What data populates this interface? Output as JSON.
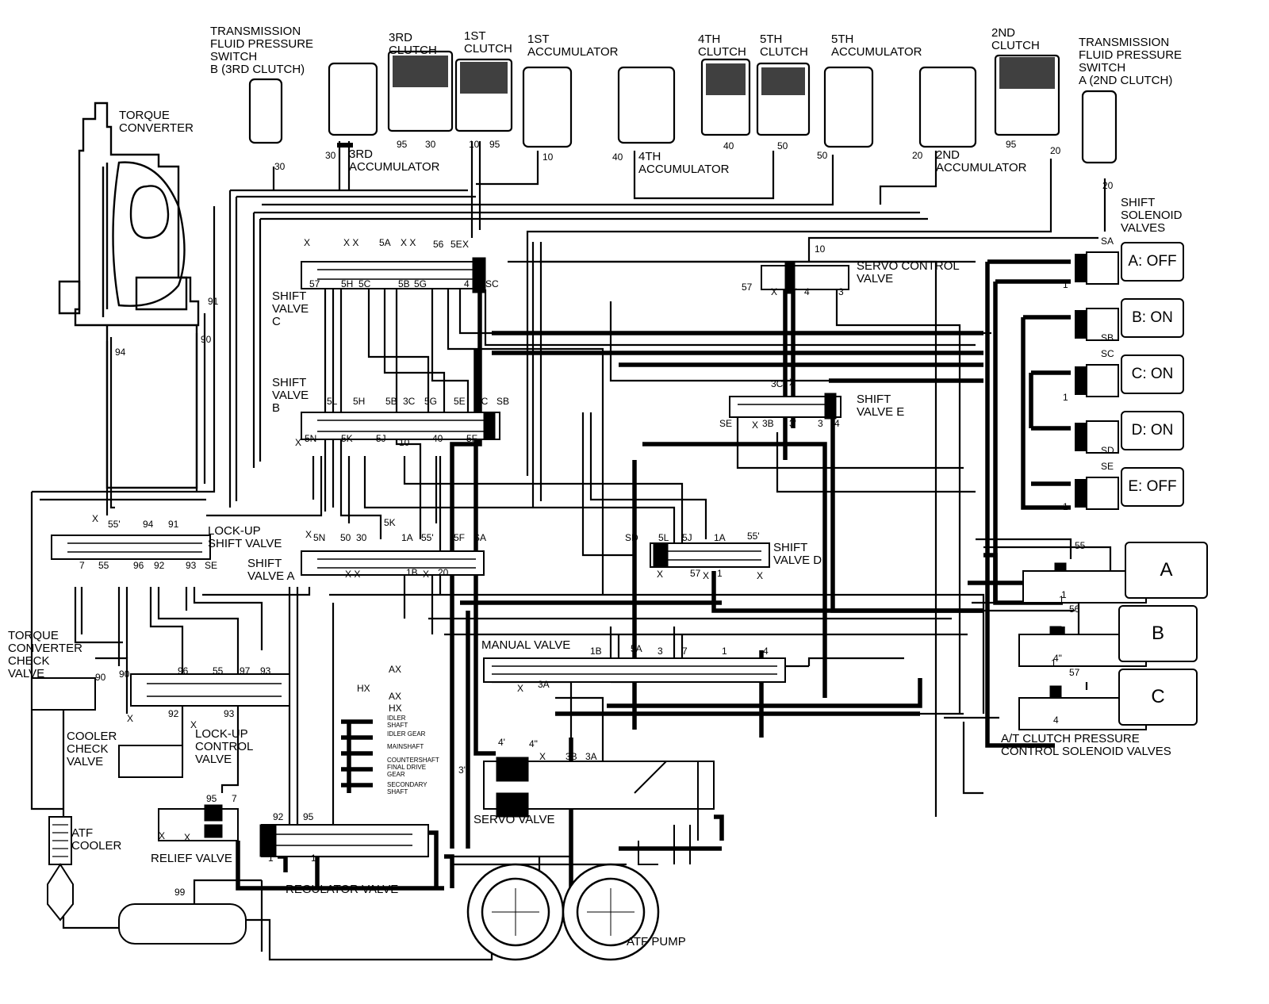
{
  "components": {
    "torque_converter": "TORQUE\nCONVERTER",
    "tfps_b": "TRANSMISSION\nFLUID PRESSURE\nSWITCH\nB (3RD CLUTCH)",
    "tfps_a": "TRANSMISSION\nFLUID PRESSURE\nSWITCH\nA (2ND CLUTCH)",
    "clutch_3rd": "3RD\nCLUTCH",
    "clutch_1st": "1ST\nCLUTCH",
    "accum_1st": "1ST\nACCUMULATOR",
    "clutch_4th": "4TH\nCLUTCH",
    "clutch_5th": "5TH\nCLUTCH",
    "accum_5th": "5TH\nACCUMULATOR",
    "clutch_2nd": "2ND\nCLUTCH",
    "accum_3rd": "3RD\nACCUMULATOR",
    "accum_4th": "4TH\nACCUMULATOR",
    "accum_2nd": "2ND\nACCUMULATOR",
    "shift_solenoid_valves": "SHIFT\nSOLENOID\nVALVES",
    "servo_control_valve": "SERVO CONTROL\nVALVE",
    "shift_valve_c": "SHIFT\nVALVE\nC",
    "shift_valve_b": "SHIFT\nVALVE\nB",
    "shift_valve_e": "SHIFT\nVALVE E",
    "shift_valve_a": "SHIFT\nVALVE A",
    "shift_valve_d": "SHIFT\nVALVE D",
    "lockup_shift_valve": "LOCK-UP\nSHIFT VALVE",
    "lockup_control_valve": "LOCK-UP\nCONTROL\nVALVE",
    "tc_check_valve": "TORQUE\nCONVERTER\nCHECK\nVALVE",
    "cooler_check_valve": "COOLER\nCHECK\nVALVE",
    "manual_valve": "MANUAL VALVE",
    "servo_valve": "SERVO VALVE",
    "relief_valve": "RELIEF VALVE",
    "regulator_valve": "REGULATOR VALVE",
    "atf_cooler": "ATF\nCOOLER",
    "atf_pump": "ATF PUMP",
    "clutch_pcs_valves": "A/T CLUTCH PRESSURE\nCONTROL SOLENOID VALVES"
  },
  "shafts": [
    "IDLER\nSHAFT",
    "IDLER GEAR",
    "MAINSHAFT",
    "COUNTERSHAFT\nFINAL DRIVE\nGEAR",
    "SECONDARY\nSHAFT"
  ],
  "solenoid_states": [
    {
      "label": "A: OFF",
      "port": "SA"
    },
    {
      "label": "B: ON",
      "port": "SB"
    },
    {
      "label": "C: ON",
      "port": "SC"
    },
    {
      "label": "D: ON",
      "port": "SD"
    },
    {
      "label": "E: OFF",
      "port": "SE"
    }
  ],
  "pcs_solenoids": [
    {
      "label": "A",
      "line": "55",
      "feed": "1"
    },
    {
      "label": "B",
      "line": "56",
      "feed": "4\""
    },
    {
      "label": "C",
      "line": "57",
      "feed": "4"
    }
  ],
  "port_labels": [
    "30",
    "30",
    "95",
    "30",
    "10",
    "95",
    "10",
    "40",
    "40",
    "50",
    "50",
    "20",
    "95",
    "20",
    "20",
    "91",
    "90",
    "94",
    "X",
    "X X",
    "5A",
    "X X",
    "56",
    "5E",
    "57",
    "5H",
    "5C",
    "5B",
    "5G",
    "4",
    "SC",
    "5L",
    "5H",
    "5B",
    "3C",
    "5G",
    "5E",
    "5C",
    "SB",
    "5N",
    "5K",
    "5J",
    "10",
    "40",
    "5F",
    "X",
    "X",
    "10",
    "57",
    "X",
    "4'",
    "4",
    "3",
    "3C",
    "X",
    "SE",
    "X",
    "3B",
    "3'",
    "3",
    "4",
    "X",
    "55'",
    "94",
    "91",
    "7",
    "55",
    "96",
    "92",
    "93",
    "SE",
    "X",
    "5N",
    "50",
    "30",
    "5K",
    "1A",
    "55'",
    "5F",
    "SA",
    "X X",
    "1B",
    "X",
    "20",
    "SD",
    "5L",
    "5J",
    "1A",
    "55'",
    "X",
    "57",
    "X",
    "1",
    "X",
    "1B",
    "5A",
    "3",
    "7",
    "1",
    "4",
    "X",
    "3A",
    "90",
    "90",
    "96",
    "55",
    "97",
    "93",
    "X",
    "92",
    "X",
    "93",
    "AX",
    "HX",
    "AX",
    "HX",
    "95",
    "7",
    "X",
    "X",
    "92",
    "95",
    "1",
    "1",
    "4'",
    "4\"",
    "X",
    "3B",
    "3A",
    "3'",
    "99",
    "1",
    "1",
    "1",
    "1",
    "1"
  ]
}
